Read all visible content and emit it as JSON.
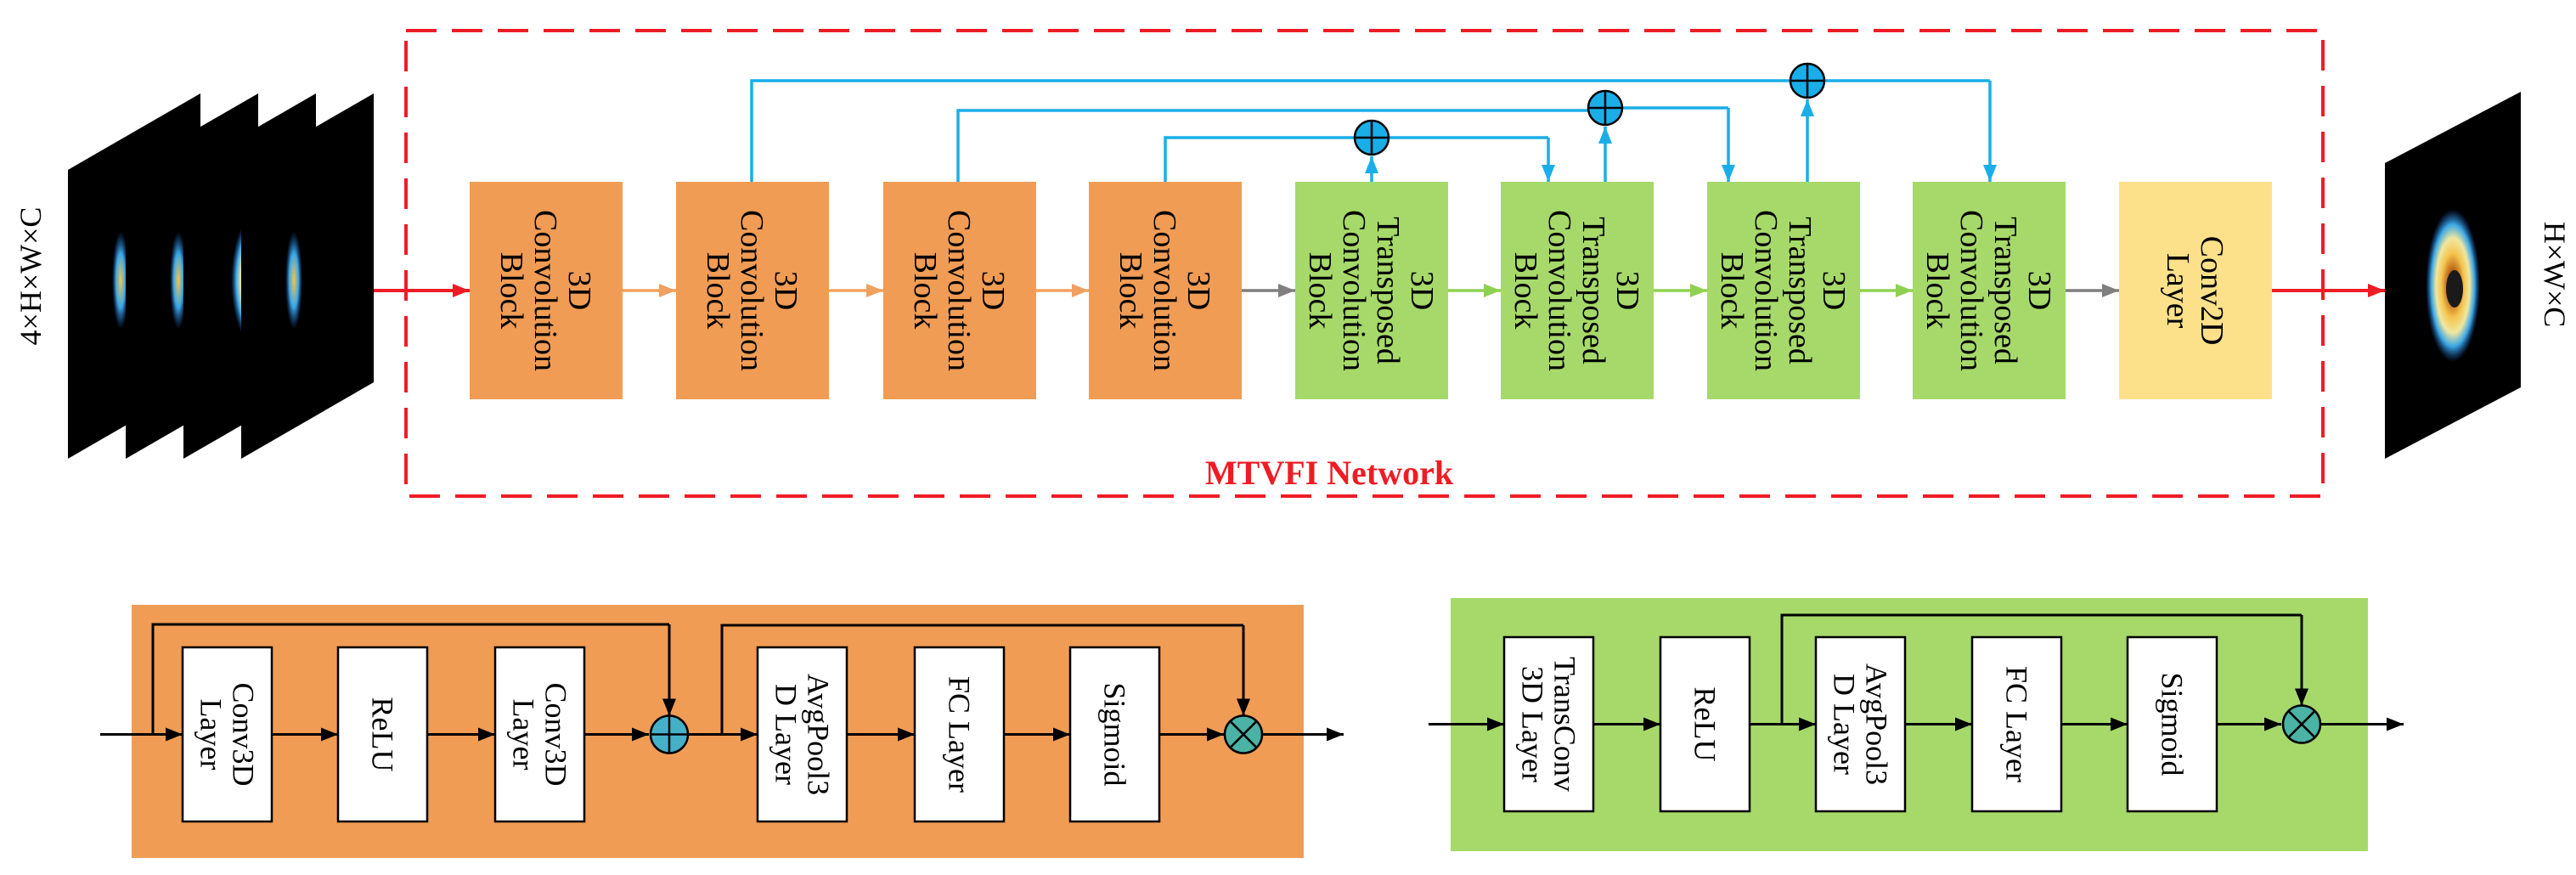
{
  "input_label": "4×H×W×C",
  "output_label": "H×W×C",
  "network_label": "MTVFI Network",
  "colors": {
    "conv_block": "#f09c55",
    "transposed_block": "#a6d96a",
    "conv2d_block": "#fde08a",
    "red_arrow": "#ee1c25",
    "orange_arrow": "#f0a060",
    "green_arrow": "#90d050",
    "gray_arrow": "#7f7f7f",
    "skip_arrow": "#1aaee8",
    "sum_node": "#46b0c8",
    "product_node": "#4ab3a5",
    "conv_panel": "#f09c55",
    "transposed_panel": "#a6d96a"
  },
  "main_blocks": [
    {
      "id": "conv1",
      "type": "conv",
      "lines": [
        "3D",
        "Convolution",
        "Block"
      ]
    },
    {
      "id": "conv2",
      "type": "conv",
      "lines": [
        "3D",
        "Convolution",
        "Block"
      ]
    },
    {
      "id": "conv3",
      "type": "conv",
      "lines": [
        "3D",
        "Convolution",
        "Block"
      ]
    },
    {
      "id": "conv4",
      "type": "conv",
      "lines": [
        "3D",
        "Convolution",
        "Block"
      ]
    },
    {
      "id": "tconv1",
      "type": "transposed",
      "lines": [
        "3D",
        "Transposed",
        "Convolution",
        "Block"
      ]
    },
    {
      "id": "tconv2",
      "type": "transposed",
      "lines": [
        "3D",
        "Transposed",
        "Convolution",
        "Block"
      ]
    },
    {
      "id": "tconv3",
      "type": "transposed",
      "lines": [
        "3D",
        "Transposed",
        "Convolution",
        "Block"
      ]
    },
    {
      "id": "tconv4",
      "type": "transposed",
      "lines": [
        "3D",
        "Transposed",
        "Convolution",
        "Block"
      ]
    },
    {
      "id": "conv2d",
      "type": "conv2d",
      "lines": [
        "Conv2D",
        "Layer"
      ]
    }
  ],
  "conv_detail": [
    {
      "id": "conv3d-a",
      "lines": [
        "Conv3D",
        "Layer"
      ]
    },
    {
      "id": "relu",
      "lines": [
        "ReLU"
      ]
    },
    {
      "id": "conv3d-b",
      "lines": [
        "Conv3D",
        "Layer"
      ]
    },
    {
      "id": "avgpool",
      "lines": [
        "AvgPool3",
        "D Layer"
      ]
    },
    {
      "id": "fc",
      "lines": [
        "FC Layer"
      ]
    },
    {
      "id": "sigmoid",
      "lines": [
        "Sigmoid"
      ]
    }
  ],
  "transposed_detail": [
    {
      "id": "transconv",
      "lines": [
        "TransConv",
        "3D Layer"
      ]
    },
    {
      "id": "relu",
      "lines": [
        "ReLU"
      ]
    },
    {
      "id": "avgpool",
      "lines": [
        "AvgPool3",
        "D Layer"
      ]
    },
    {
      "id": "fc",
      "lines": [
        "FC Layer"
      ]
    },
    {
      "id": "sigmoid",
      "lines": [
        "Sigmoid"
      ]
    }
  ]
}
